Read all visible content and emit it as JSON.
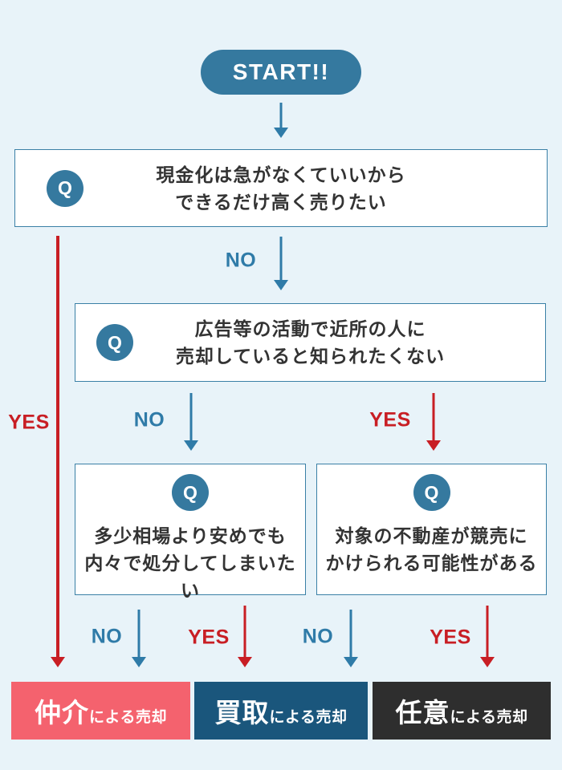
{
  "colors": {
    "background": "#e8f3f9",
    "node_blue": "#35799f",
    "box_border": "#3a80a6",
    "arrow_blue": "#2f7ba8",
    "arrow_red": "#c81e24",
    "text_dark": "#333333",
    "result_pink": "#f4626e",
    "result_blue": "#1a567c",
    "result_dark": "#2e2e2e"
  },
  "start": {
    "label": "START!!"
  },
  "q_badge": "Q",
  "labels": {
    "no": "NO",
    "yes": "YES"
  },
  "questions": [
    {
      "lines": [
        "現金化は急がなくていいから",
        "できるだけ高く売りたい"
      ]
    },
    {
      "lines": [
        "広告等の活動で近所の人に",
        "売却していると知られたくない"
      ]
    },
    {
      "lines": [
        "多少相場より安めでも",
        "内々で処分してしまいたい"
      ]
    },
    {
      "lines": [
        "対象の不動産が競売に",
        "かけられる可能性がある"
      ]
    }
  ],
  "results": [
    {
      "emphasis": "仲介",
      "rest": "による売却"
    },
    {
      "emphasis": "買取",
      "rest": "による売却"
    },
    {
      "emphasis": "任意",
      "rest": "による売却"
    }
  ]
}
